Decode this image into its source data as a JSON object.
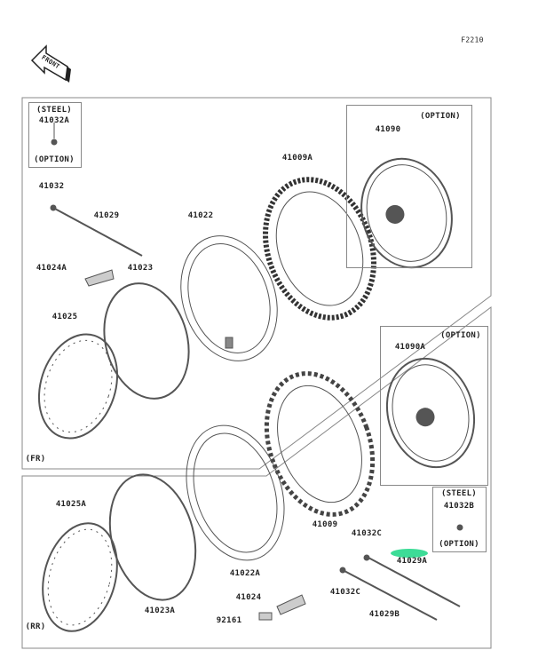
{
  "figure_code": "F2210",
  "front_label": "FRONT",
  "panels": {
    "front": "(FR)",
    "rear": "(RR)"
  },
  "notes": {
    "steel": "(STEEL)",
    "option": "(OPTION)"
  },
  "parts": {
    "p41032A": "41032A",
    "p41032": "41032",
    "p41029": "41029",
    "p41022": "41022",
    "p41009A": "41009A",
    "p41090": "41090",
    "p41024A": "41024A",
    "p41023": "41023",
    "p41025": "41025",
    "p41090A": "41090A",
    "p41009": "41009",
    "p41032B": "41032B",
    "p41032C_1": "41032C",
    "p41029A": "41029A",
    "p41025A": "41025A",
    "p41022A": "41022A",
    "p41032C_2": "41032C",
    "p41024": "41024",
    "p41023A": "41023A",
    "p41029B": "41029B",
    "p92161": "92161"
  },
  "colors": {
    "line": "#555555",
    "highlight": "#3ddc97"
  }
}
